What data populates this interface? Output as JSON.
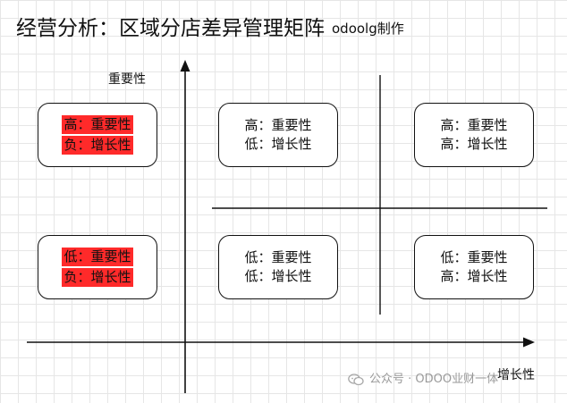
{
  "title": {
    "main": "经营分析：区域分店差异管理矩阵",
    "suffix": "odoolg制作"
  },
  "axes": {
    "y_label": "重要性",
    "x_label": "增长性"
  },
  "boxes": {
    "top_left": {
      "line1": "高：重要性",
      "line2": "负：增长性",
      "highlight_color": "#ff2a2a"
    },
    "top_mid": {
      "line1": "高：重要性",
      "line2": "低：增长性"
    },
    "top_right": {
      "line1": "高：重要性",
      "line2": "高：增长性"
    },
    "bottom_left": {
      "line1": "低：重要性",
      "line2": "负：增长性",
      "highlight_color": "#ff2a2a"
    },
    "bottom_mid": {
      "line1": "低：重要性",
      "line2": "低：增长性"
    },
    "bottom_right": {
      "line1": "低：重要性",
      "line2": "高：增长性"
    }
  },
  "watermark": {
    "text": "公众号 · ODOO业财一体",
    "icon": "wechat-icon"
  }
}
